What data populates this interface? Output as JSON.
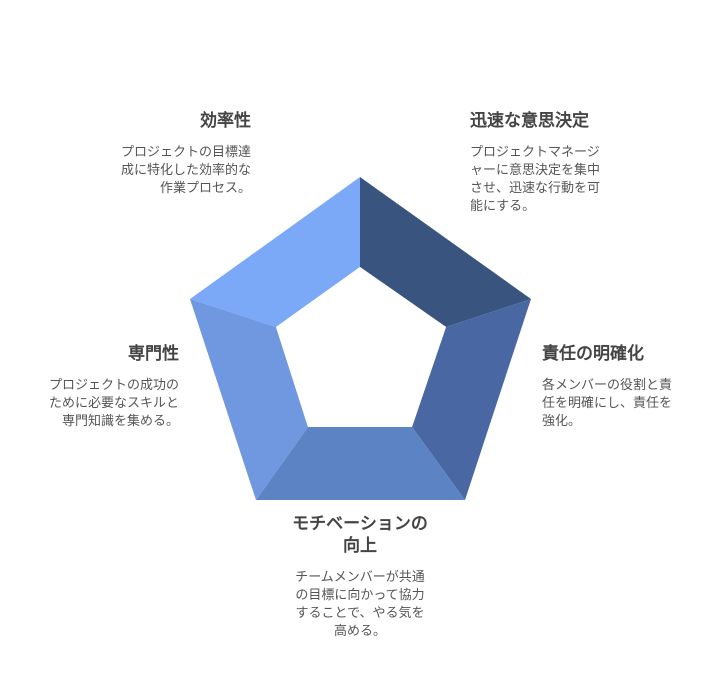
{
  "colors": {
    "top_left": "#7ba9f8",
    "top_right": "#39557f",
    "right": "#4967a2",
    "bottom": "#5c84c4",
    "left": "#6f98e0",
    "background": "#ffffff"
  },
  "sections": {
    "efficiency": {
      "title": "効率性",
      "desc_lines": [
        "プロジェクトの目標達",
        "成に特化した効率的な",
        "作業プロセス。"
      ]
    },
    "quick_decision": {
      "title": "迅速な意思決定",
      "desc_lines": [
        "プロジェクトマネージ",
        "ャーに意思決定を集中",
        "させ、迅速な行動を可",
        "能にする。"
      ]
    },
    "responsibility": {
      "title": "責任の明確化",
      "desc_lines": [
        "各メンバーの役割と責",
        "任を明確にし、責任を",
        "強化。"
      ]
    },
    "motivation": {
      "title_lines": [
        "モチベーションの",
        "向上"
      ],
      "desc_lines": [
        "チームメンバーが共通",
        "の目標に向かって協力",
        "することで、やる気を",
        "高める。"
      ]
    },
    "expertise": {
      "title": "専門性",
      "desc_lines": [
        "プロジェクトの成功の",
        "ために必要なスキルと",
        "専門知識を集める。"
      ]
    }
  }
}
